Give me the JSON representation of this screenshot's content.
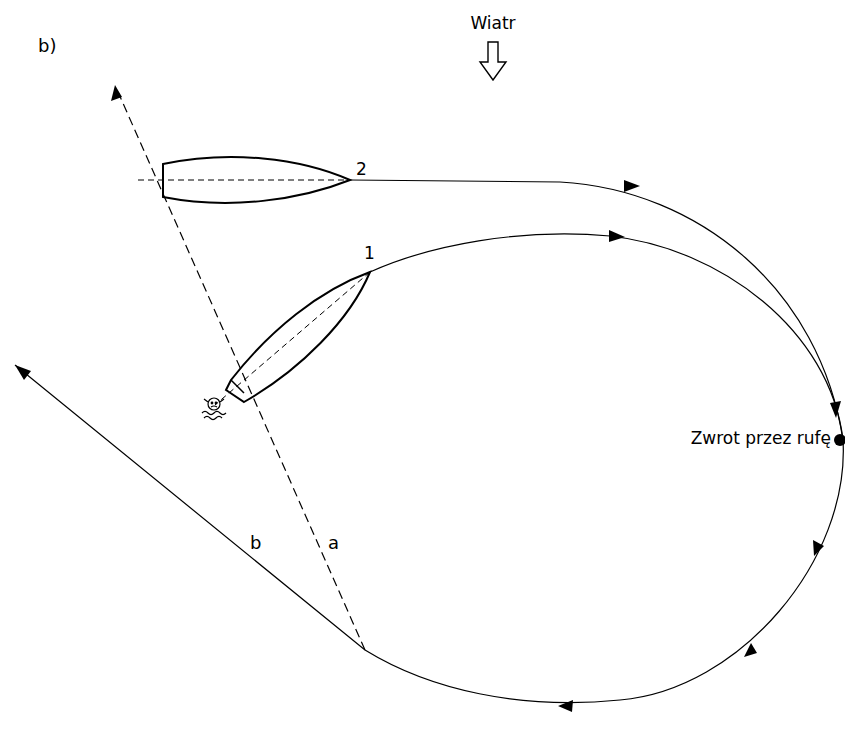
{
  "diagram": {
    "labels": [
      "b)",
      "Wiatr",
      "2",
      "1",
      "Zwrot przez rufę",
      "b",
      "a"
    ]
  }
}
